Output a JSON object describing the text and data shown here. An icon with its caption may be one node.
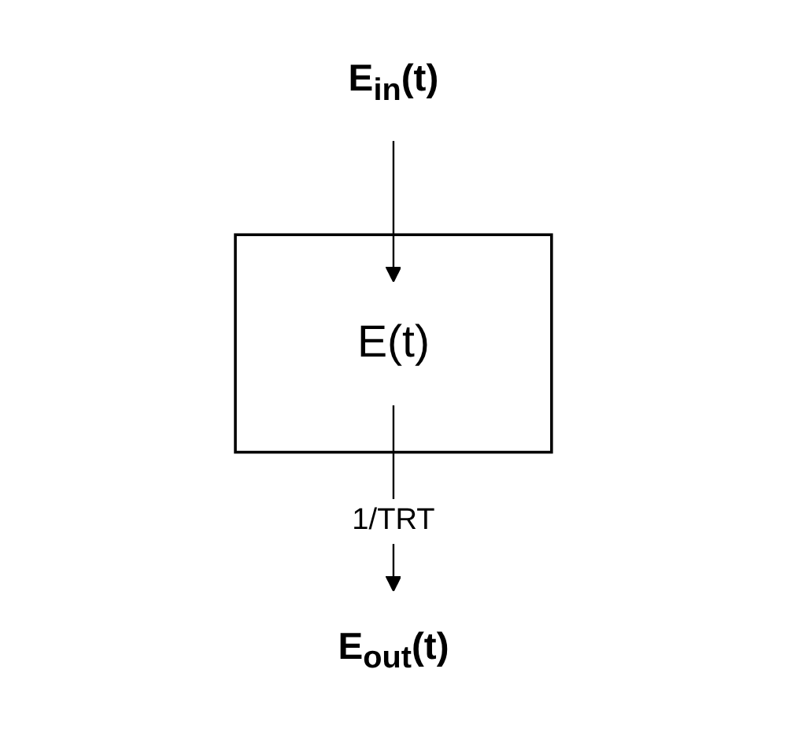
{
  "diagram": {
    "nodes": [
      {
        "text": [],
        "shape": "box"
      },
      {
        "text": [
          "E$_{in}$(t)"
        ]
      },
      {
        "text": [
          "E(t)"
        ],
        "in": 0
      },
      {
        "text": [
          "E$_{out}$(t)"
        ]
      }
    ],
    "edges": [
      {
        "from": 1,
        "to": 2,
        "arrow": "to"
      },
      {
        "from": 2,
        "to": 3,
        "arrow": "to",
        "label": "1/TRT"
      }
    ]
  }
}
